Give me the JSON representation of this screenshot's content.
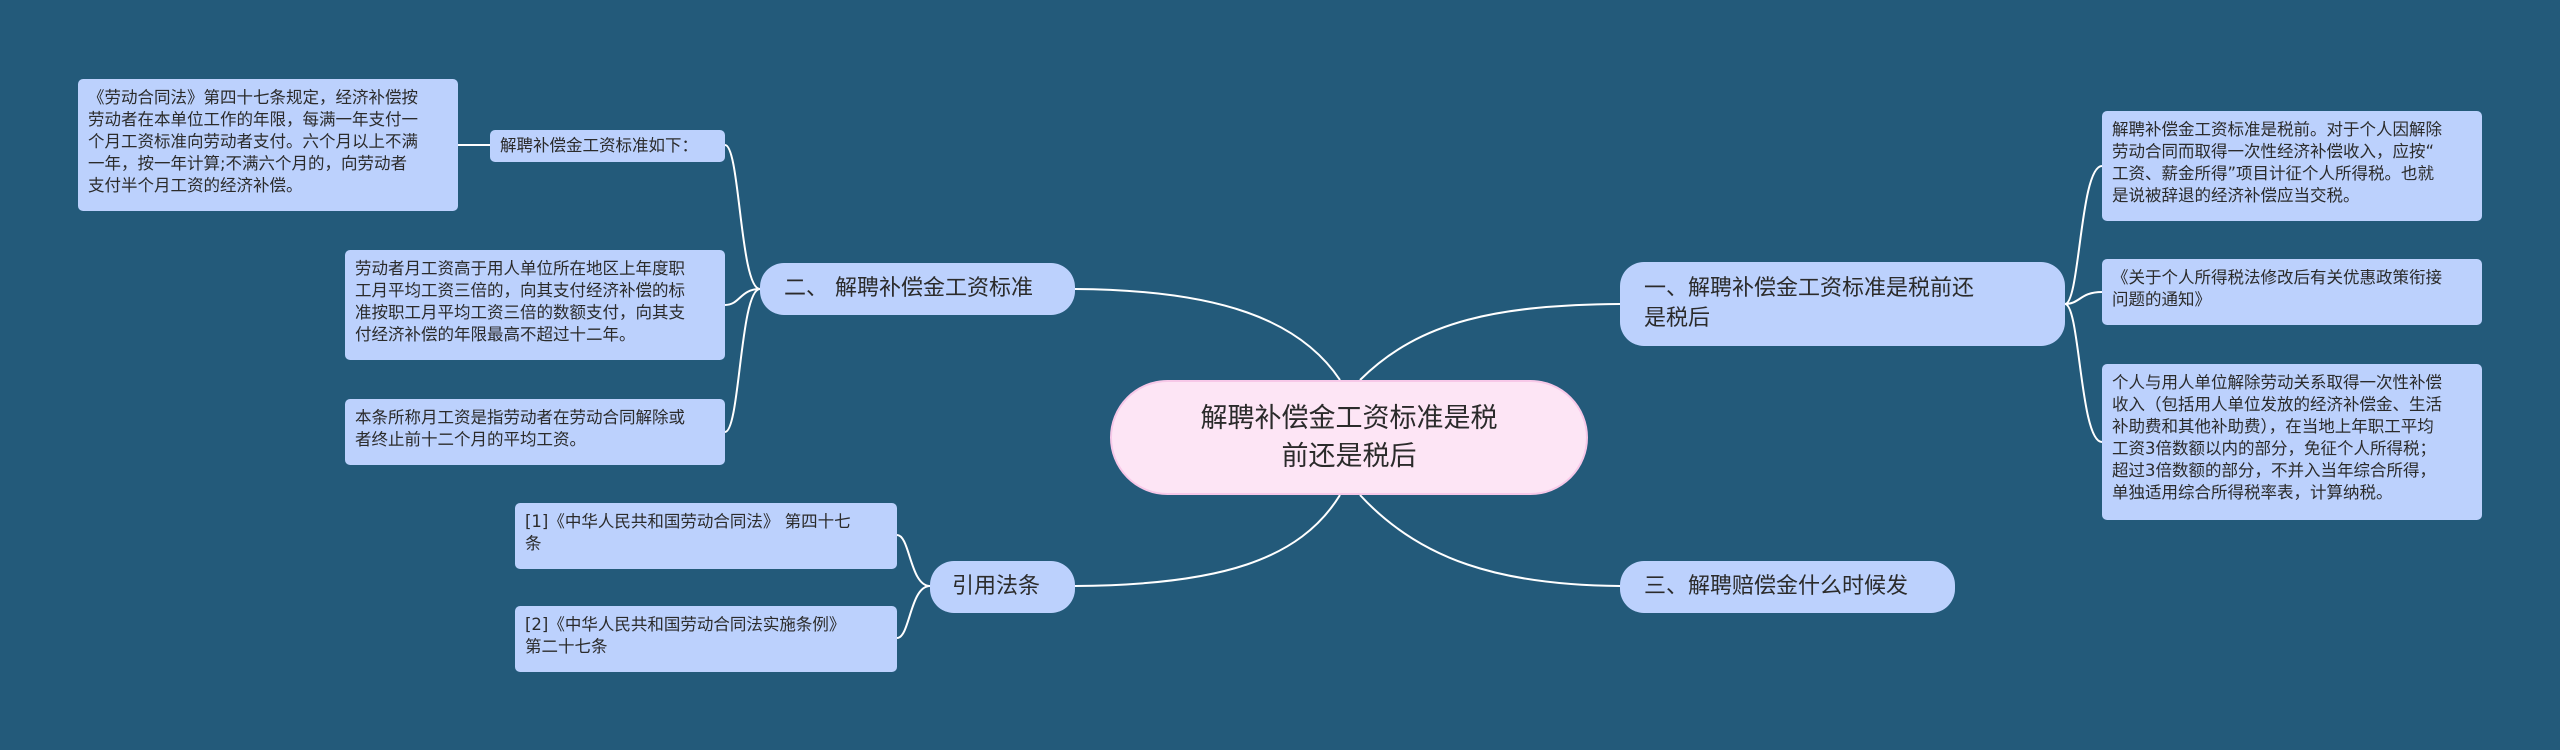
{
  "center": {
    "title": "解聘补偿金工资标准是税\n前还是税后"
  },
  "branches": {
    "b1": {
      "label": "一、解聘补偿金工资标准是税前还\n是税后"
    },
    "b2": {
      "label": "二、 解聘补偿金工资标准"
    },
    "b3": {
      "label": "三、解聘赔偿金什么时候发"
    },
    "b4": {
      "label": "引用法条"
    }
  },
  "leaves": {
    "b1_1": "解聘补偿金工资标准是税前。对于个人因解除\n劳动合同而取得一次性经济补偿收入，应按“\n工资、薪金所得”项目计征个人所得税。也就\n是说被辞退的经济补偿应当交税。",
    "b1_2": "《关于个人所得税法修改后有关优惠政策衔接\n问题的通知》",
    "b1_3": "个人与用人单位解除劳动关系取得一次性补偿\n收入（包括用人单位发放的经济补偿金、生活\n补助费和其他补助费），在当地上年职工平均\n工资3倍数额以内的部分，免征个人所得税；\n超过3倍数额的部分，不并入当年综合所得，\n单独适用综合所得税率表，计算纳税。",
    "b2_1": "解聘补偿金工资标准如下：",
    "b2_1_1": "《劳动合同法》第四十七条规定，经济补偿按\n劳动者在本单位工作的年限，每满一年支付一\n个月工资标准向劳动者支付。六个月以上不满\n一年，按一年计算;不满六个月的，向劳动者\n支付半个月工资的经济补偿。",
    "b2_2": "劳动者月工资高于用人单位所在地区上年度职\n工月平均工资三倍的，向其支付经济补偿的标\n准按职工月平均工资三倍的数额支付，向其支\n付经济补偿的年限最高不超过十二年。",
    "b2_3": "本条所称月工资是指劳动者在劳动合同解除或\n者终止前十二个月的平均工资。",
    "b4_1": "[1]《中华人民共和国劳动合同法》 第四十七\n条",
    "b4_2": "[2]《中华人民共和国劳动合同法实施条例》\n第二十七条"
  },
  "colors": {
    "background": "#235a7a",
    "center": "#fde5f5",
    "node": "#bcd1fd",
    "link": "#ffffff"
  }
}
